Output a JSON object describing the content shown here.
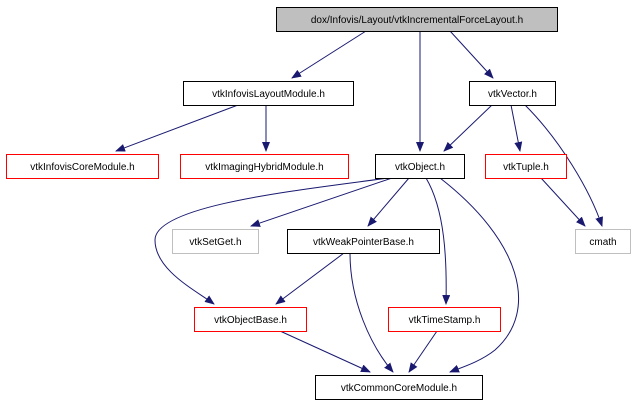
{
  "graph": {
    "nodes": [
      {
        "id": "root",
        "label": "dox/Infovis/Layout/vtkIncrementalForceLayout.h",
        "style": "root"
      },
      {
        "id": "layoutmod",
        "label": "vtkInfovisLayoutModule.h",
        "style": "black"
      },
      {
        "id": "vector",
        "label": "vtkVector.h",
        "style": "black"
      },
      {
        "id": "coremod",
        "label": "vtkInfovisCoreModule.h",
        "style": "red"
      },
      {
        "id": "hybrid",
        "label": "vtkImagingHybridModule.h",
        "style": "red"
      },
      {
        "id": "object",
        "label": "vtkObject.h",
        "style": "black"
      },
      {
        "id": "tuple",
        "label": "vtkTuple.h",
        "style": "red"
      },
      {
        "id": "setget",
        "label": "vtkSetGet.h",
        "style": "gray"
      },
      {
        "id": "weakptr",
        "label": "vtkWeakPointerBase.h",
        "style": "black"
      },
      {
        "id": "cmath",
        "label": "cmath",
        "style": "gray"
      },
      {
        "id": "objbase",
        "label": "vtkObjectBase.h",
        "style": "red"
      },
      {
        "id": "timestamp",
        "label": "vtkTimeStamp.h",
        "style": "red"
      },
      {
        "id": "common",
        "label": "vtkCommonCoreModule.h",
        "style": "black"
      }
    ],
    "edges": [
      {
        "from": "root",
        "to": "layoutmod"
      },
      {
        "from": "root",
        "to": "object"
      },
      {
        "from": "root",
        "to": "vector"
      },
      {
        "from": "layoutmod",
        "to": "coremod"
      },
      {
        "from": "layoutmod",
        "to": "hybrid"
      },
      {
        "from": "vector",
        "to": "object"
      },
      {
        "from": "vector",
        "to": "tuple"
      },
      {
        "from": "vector",
        "to": "cmath"
      },
      {
        "from": "tuple",
        "to": "cmath"
      },
      {
        "from": "object",
        "to": "setget"
      },
      {
        "from": "object",
        "to": "weakptr"
      },
      {
        "from": "object",
        "to": "objbase"
      },
      {
        "from": "object",
        "to": "timestamp"
      },
      {
        "from": "object",
        "to": "common"
      },
      {
        "from": "weakptr",
        "to": "objbase"
      },
      {
        "from": "weakptr",
        "to": "common"
      },
      {
        "from": "objbase",
        "to": "common"
      },
      {
        "from": "timestamp",
        "to": "common"
      }
    ],
    "colors": {
      "root_fill": "#bfbfbf",
      "box_fill": "#ffffff",
      "black_border": "#000000",
      "red_border": "#ff0000",
      "gray_border": "#bfbfbf",
      "edge": "#191970"
    }
  }
}
